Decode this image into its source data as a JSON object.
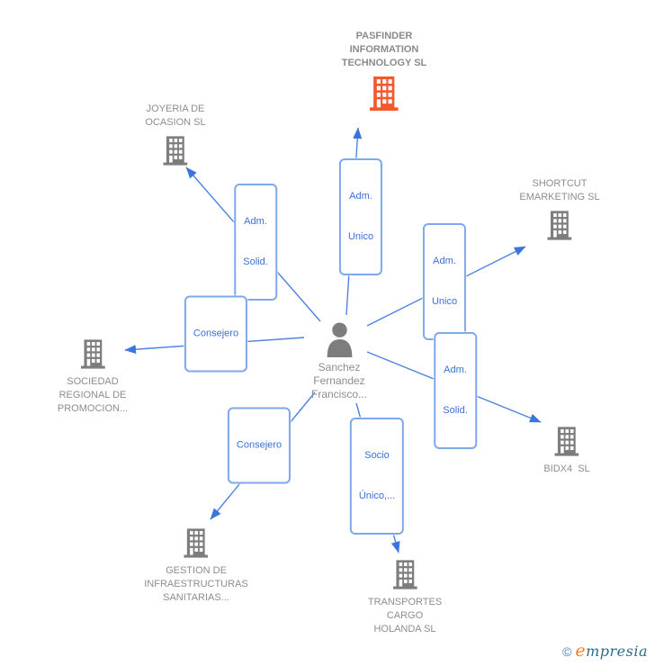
{
  "diagram": {
    "type": "ownership-relations-graph",
    "background": "#ffffff"
  },
  "person": {
    "lines": [
      "Sanchez",
      "Fernandez",
      "Francisco..."
    ]
  },
  "companies": {
    "pasfinder": {
      "lines": [
        "PASFINDER",
        "INFORMATION",
        "TECHNOLOGY SL"
      ],
      "highlighted": true
    },
    "joyeria": {
      "lines": [
        "JOYERIA DE",
        "OCASION SL"
      ],
      "highlighted": false
    },
    "shortcut": {
      "lines": [
        "SHORTCUT",
        "EMARKETING SL"
      ],
      "highlighted": false
    },
    "sociedad": {
      "lines": [
        "SOCIEDAD",
        "REGIONAL DE",
        "PROMOCION..."
      ],
      "highlighted": false
    },
    "bidx4": {
      "lines": [
        "BIDX4  SL"
      ],
      "highlighted": false
    },
    "gestion": {
      "lines": [
        "GESTION DE",
        "INFRAESTRUCTURAS",
        "SANITARIAS..."
      ],
      "highlighted": false
    },
    "transportes": {
      "lines": [
        "TRANSPORTES",
        "CARGO",
        "HOLANDA SL"
      ],
      "highlighted": false
    }
  },
  "edge_labels": {
    "to_pasfinder": {
      "lines": [
        "Adm.",
        "Unico"
      ]
    },
    "to_joyeria": {
      "lines": [
        "Adm.",
        "Solid."
      ]
    },
    "to_shortcut": {
      "lines": [
        "Adm.",
        "Unico"
      ]
    },
    "to_sociedad": {
      "lines": [
        "Consejero"
      ]
    },
    "to_bidx4": {
      "lines": [
        "Adm.",
        "Solid."
      ]
    },
    "to_gestion": {
      "lines": [
        "Consejero"
      ]
    },
    "to_transportes": {
      "lines": [
        "Socio",
        "Único,..."
      ]
    }
  },
  "icons": {
    "company": "building-icon",
    "person": "person-icon"
  },
  "colors": {
    "edge_blue": "#4d82e0",
    "arrow_blue": "#3b74db",
    "label_border_blue": "#7da9ec",
    "label_text_blue": "#3a70d6",
    "company_text_gray": "#8d8d8d",
    "icon_gray": "#7d7d7d",
    "icon_orange": "#f4592e",
    "logo_orange": "#ee7f2f",
    "logo_teal": "#2f6a88"
  },
  "watermark": {
    "copyright_symbol": "©",
    "brand_initial": "e",
    "brand_rest": "mpresia"
  }
}
